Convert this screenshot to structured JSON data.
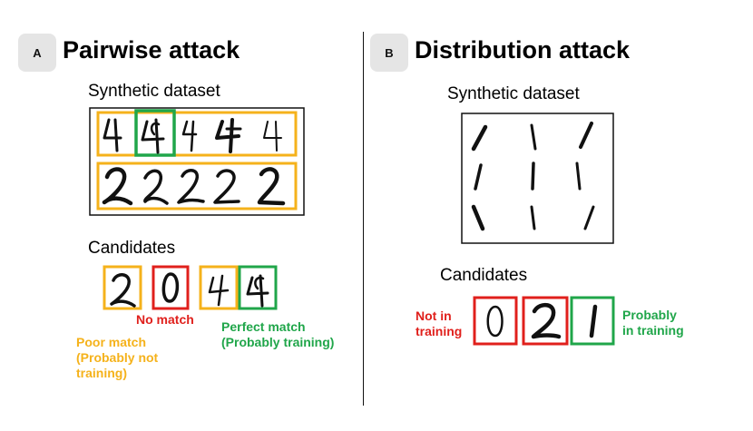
{
  "panel_a": {
    "badge": "A",
    "title": "Pairwise attack",
    "synthetic_label": "Synthetic dataset",
    "candidates_label": "Candidates",
    "candidate_digits": [
      "2",
      "0",
      "4",
      "4"
    ],
    "annotations": {
      "no_match": "No match",
      "perfect_match_1": "Perfect match",
      "perfect_match_2": "(Probably training)",
      "poor_match_1": "Poor match",
      "poor_match_2": "(Probably not",
      "poor_match_3": "training)"
    }
  },
  "panel_b": {
    "badge": "B",
    "title": "Distribution attack",
    "synthetic_label": "Synthetic dataset",
    "candidates_label": "Candidates",
    "candidate_digits": [
      "0",
      "2",
      "1"
    ],
    "annotations": {
      "not_in_1": "Not in",
      "not_in_2": "training",
      "prob_in_1": "Probably",
      "prob_in_2": "in training"
    }
  },
  "colors": {
    "red": "#e0201c",
    "yellow": "#f5b21b",
    "green": "#20a64a",
    "badge_bg": "#e5e5e5"
  }
}
